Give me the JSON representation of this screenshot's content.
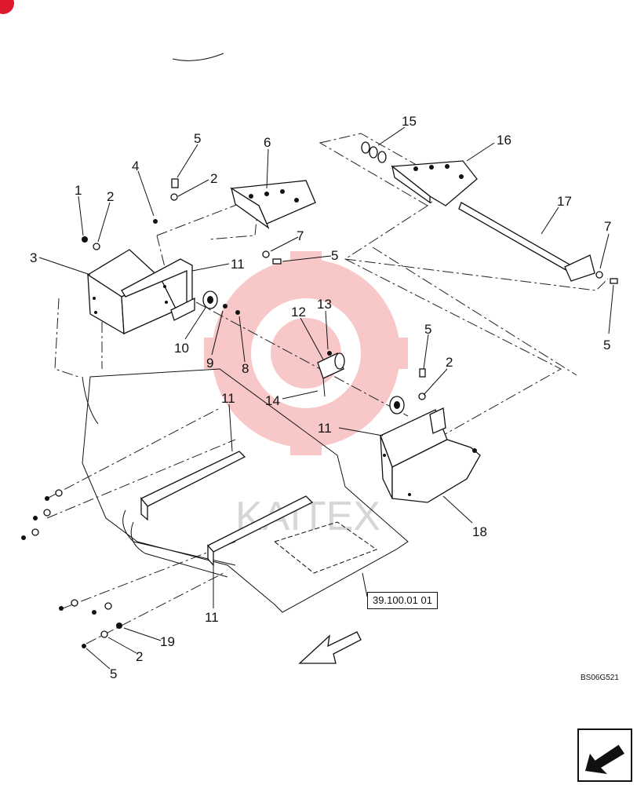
{
  "diagram": {
    "reference_code": "39.100.01 01",
    "drawing_code": "BS06G521",
    "watermark_text": "KAITEX",
    "colors": {
      "line": "#111111",
      "watermark": "#e83c3c",
      "badge": "#e0182d"
    },
    "callouts": {
      "c1": "1",
      "c2a": "2",
      "c3": "3",
      "c4": "4",
      "c5a": "5",
      "c2b": "2",
      "c6": "6",
      "c7a": "7",
      "c5b": "5",
      "c11a": "11",
      "c10": "10",
      "c9": "9",
      "c8": "8",
      "c12": "12",
      "c13": "13",
      "c14": "14",
      "c15": "15",
      "c16": "16",
      "c17": "17",
      "c7b": "7",
      "c5c": "5",
      "c5d": "5",
      "c2c": "2",
      "c11b": "11",
      "c11c": "11",
      "c18": "18",
      "c11d": "11",
      "c19": "19",
      "c2d": "2",
      "c5e": "5"
    }
  },
  "navigation": {
    "next_icon": "arrow-down-left-icon"
  }
}
